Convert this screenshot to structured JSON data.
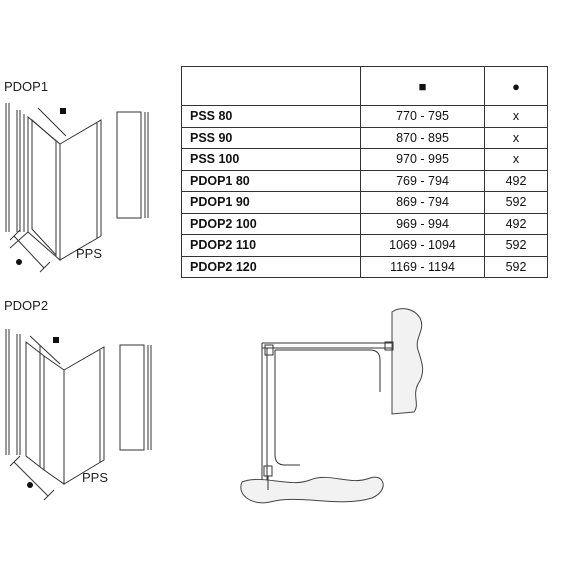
{
  "labels": {
    "pdop1": "PDOP1",
    "pdop2": "PDOP2",
    "pps_top": "PPS",
    "pps_bottom": "PPS"
  },
  "table": {
    "headers": [
      "",
      "■",
      "●"
    ],
    "rows": [
      {
        "model": "PSS 80",
        "range": "770 - 795",
        "w": "x"
      },
      {
        "model": "PSS 90",
        "range": "870 - 895",
        "w": "x"
      },
      {
        "model": "PSS 100",
        "range": "970 - 995",
        "w": "x"
      },
      {
        "model": "PDOP1 80",
        "range": "769 - 794",
        "w": "492"
      },
      {
        "model": "PDOP1 90",
        "range": "869 - 794",
        "w": "592"
      },
      {
        "model": "PDOP2 100",
        "range": "969 - 994",
        "w": "492"
      },
      {
        "model": "PDOP2 110",
        "range": "1069 - 1094",
        "w": "592"
      },
      {
        "model": "PDOP2 120",
        "range": "1169 - 1194",
        "w": "592"
      }
    ]
  },
  "symbols": {
    "square": "■",
    "dot": "●"
  }
}
